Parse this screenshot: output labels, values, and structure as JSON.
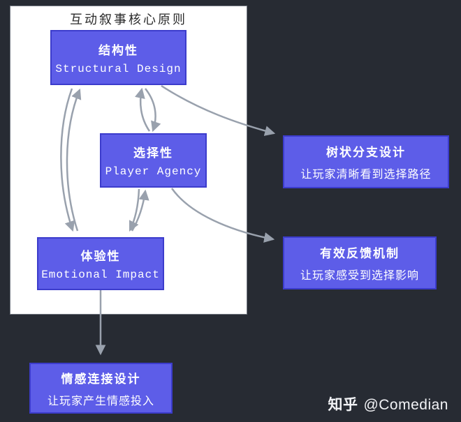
{
  "panel": {
    "title": "互动叙事核心原则"
  },
  "nodes": {
    "structural": {
      "line1": "结构性",
      "line2": "Structural Design"
    },
    "agency": {
      "line1": "选择性",
      "line2": "Player Agency"
    },
    "emotional": {
      "line1": "体验性",
      "line2": "Emotional Impact"
    },
    "tree": {
      "line1": "树状分支设计",
      "line2": "让玩家清晰看到选择路径"
    },
    "feedback": {
      "line1": "有效反馈机制",
      "line2": "让玩家感受到选择影响"
    },
    "connection": {
      "line1": "情感连接设计",
      "line2": "让玩家产生情感投入"
    }
  },
  "watermark": {
    "brand": "知乎",
    "handle": "@Comedian"
  },
  "colors": {
    "background": "#272b33",
    "panel": "#ffffff",
    "node_fill": "#5d5de8",
    "node_border": "#3c3ccc",
    "node_text": "#ffffff",
    "arrow": "#99a1ad",
    "title_text": "#2b2b2b",
    "watermark_text": "#f2f3f6"
  }
}
